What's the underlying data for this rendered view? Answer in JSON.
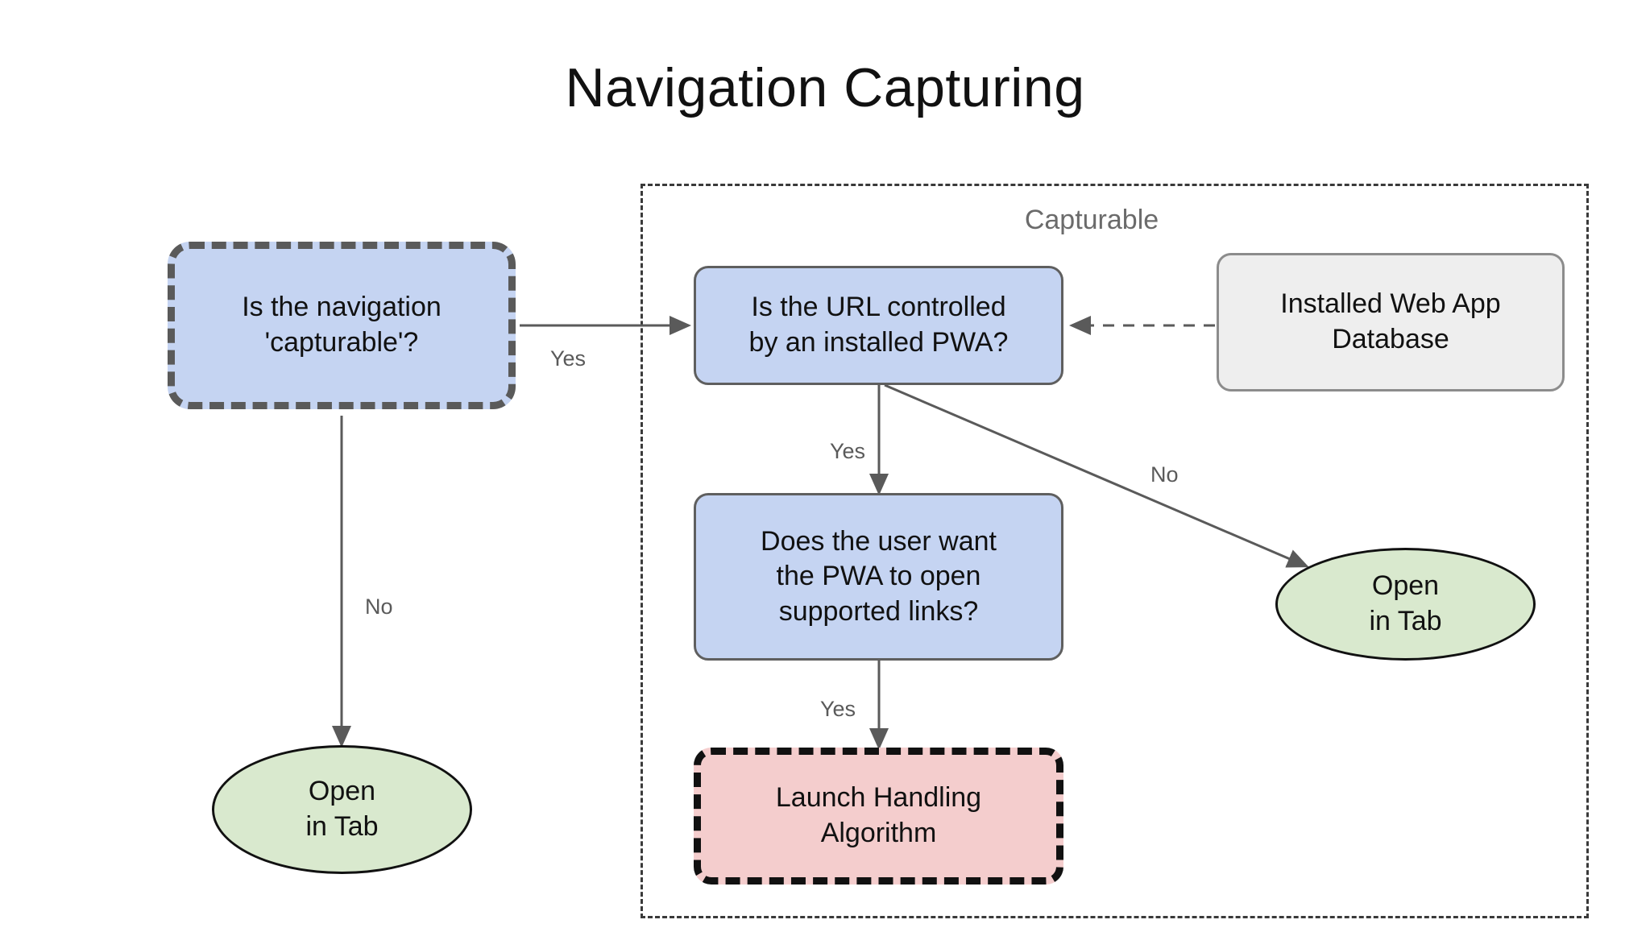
{
  "page": {
    "title": "Navigation Capturing",
    "background": "#ffffff"
  },
  "colors": {
    "decision_fill": "#c5d4f2",
    "decision_stroke": "#5f5f5f",
    "data_fill": "#eeeeee",
    "data_stroke": "#8c8c8c",
    "process_fill": "#f4cdcd",
    "process_stroke": "#111111",
    "terminal_fill": "#d9e9ce",
    "terminal_stroke": "#111111",
    "edge_stroke": "#5a5a5a",
    "group_stroke": "#3a3a3a",
    "group_label": "#6b6b6b"
  },
  "group": {
    "label": "Capturable"
  },
  "nodes": [
    {
      "id": "is-navigation-capturable",
      "label": "Is the navigation\n'capturable'?",
      "shape": "rounded-rect-dashed",
      "role": "decision-entry"
    },
    {
      "id": "is-url-controlled",
      "label": "Is the URL controlled\nby an installed PWA?",
      "shape": "rounded-rect",
      "role": "decision"
    },
    {
      "id": "installed-web-app-database",
      "label": "Installed Web App\nDatabase",
      "shape": "rounded-rect",
      "role": "data-store"
    },
    {
      "id": "does-user-want-pwa",
      "label": "Does the user want\nthe PWA to open\nsupported links?",
      "shape": "rounded-rect",
      "role": "decision"
    },
    {
      "id": "launch-handling-algorithm",
      "label": "Launch Handling\nAlgorithm",
      "shape": "rounded-rect-dashed",
      "role": "process"
    },
    {
      "id": "open-in-tab-left",
      "label": "Open\nin Tab",
      "shape": "ellipse",
      "role": "terminal"
    },
    {
      "id": "open-in-tab-right",
      "label": "Open\nin Tab",
      "shape": "ellipse",
      "role": "terminal"
    }
  ],
  "edges": [
    {
      "id": "capturable-yes",
      "from": "is-navigation-capturable",
      "to": "is-url-controlled",
      "label": "Yes",
      "style": "solid"
    },
    {
      "id": "capturable-no",
      "from": "is-navigation-capturable",
      "to": "open-in-tab-left",
      "label": "No",
      "style": "solid"
    },
    {
      "id": "url-yes",
      "from": "is-url-controlled",
      "to": "does-user-want-pwa",
      "label": "Yes",
      "style": "solid"
    },
    {
      "id": "url-no",
      "from": "is-url-controlled",
      "to": "open-in-tab-right",
      "label": "No",
      "style": "solid"
    },
    {
      "id": "user-yes",
      "from": "does-user-want-pwa",
      "to": "launch-handling-algorithm",
      "label": "Yes",
      "style": "solid"
    },
    {
      "id": "database-lookup",
      "from": "installed-web-app-database",
      "to": "is-url-controlled",
      "label": "",
      "style": "dashed"
    }
  ]
}
